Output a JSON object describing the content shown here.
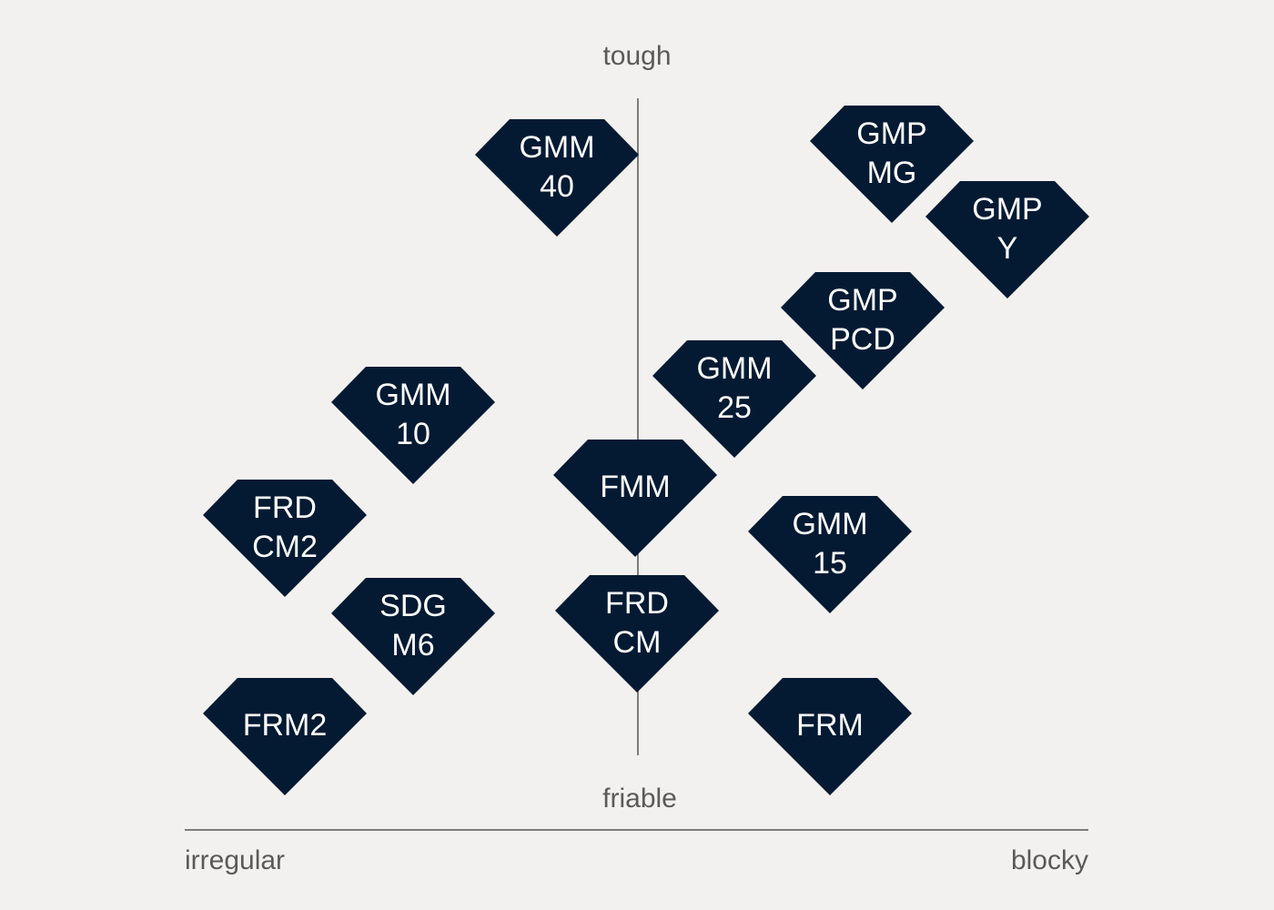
{
  "axes": {
    "top_label": "tough",
    "bottom_label": "friable",
    "left_label": "irregular",
    "right_label": "blocky"
  },
  "colors": {
    "background": "#f3f1ef",
    "gem_fill": "#041a33",
    "gem_text": "#ffffff",
    "axis_line": "#555555",
    "label_text": "#5a5a5a"
  },
  "gems": [
    {
      "id": "gmm40",
      "lines": [
        "GMM",
        "40"
      ]
    },
    {
      "id": "gmpmg",
      "lines": [
        "GMP",
        "MG"
      ]
    },
    {
      "id": "gmpy",
      "lines": [
        "GMP",
        "Y"
      ]
    },
    {
      "id": "gmppcd",
      "lines": [
        "GMP",
        "PCD"
      ]
    },
    {
      "id": "gmm25",
      "lines": [
        "GMM",
        "25"
      ]
    },
    {
      "id": "gmm10",
      "lines": [
        "GMM",
        "10"
      ]
    },
    {
      "id": "fmm",
      "lines": [
        "FMM"
      ]
    },
    {
      "id": "frdcm2",
      "lines": [
        "FRD",
        "CM2"
      ]
    },
    {
      "id": "gmm15",
      "lines": [
        "GMM",
        "15"
      ]
    },
    {
      "id": "sdgm6",
      "lines": [
        "SDG",
        "M6"
      ]
    },
    {
      "id": "frdcm",
      "lines": [
        "FRD",
        "CM"
      ]
    },
    {
      "id": "frm2",
      "lines": [
        "FRM2"
      ]
    },
    {
      "id": "frm",
      "lines": [
        "FRM"
      ]
    }
  ]
}
